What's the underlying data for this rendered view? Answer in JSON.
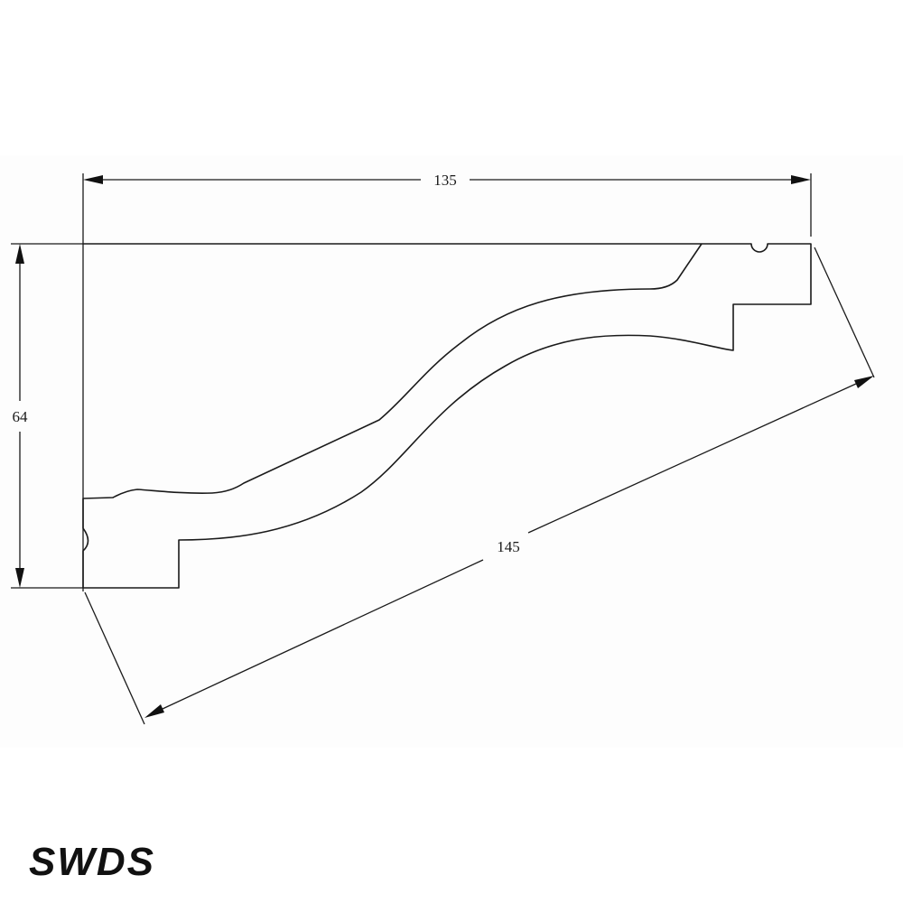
{
  "drawing": {
    "dimension_width": "135",
    "dimension_height": "64",
    "dimension_diagonal": "145"
  },
  "brand": {
    "logo_text": "SWDS"
  },
  "colors": {
    "line": "#1a1a1a",
    "background": "#ffffff",
    "band": "#fdfdfd"
  }
}
